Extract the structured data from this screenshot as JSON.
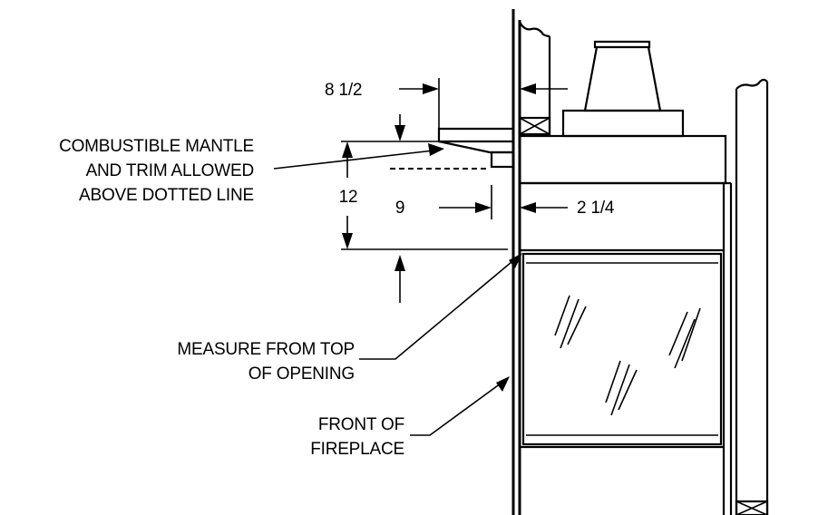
{
  "labels": {
    "mantle_line1": "COMBUSTIBLE MANTLE",
    "mantle_line2": "AND TRIM ALLOWED",
    "mantle_line3": "ABOVE DOTTED LINE",
    "measure_line1": "MEASURE FROM TOP",
    "measure_line2": "OF OPENING",
    "front_line1": "FRONT OF",
    "front_line2": "FIREPLACE"
  },
  "dimensions": {
    "mantle_depth": "8 1/2",
    "mantle_height": "12",
    "trim_depth": "9",
    "trim_offset": "2 1/4"
  }
}
